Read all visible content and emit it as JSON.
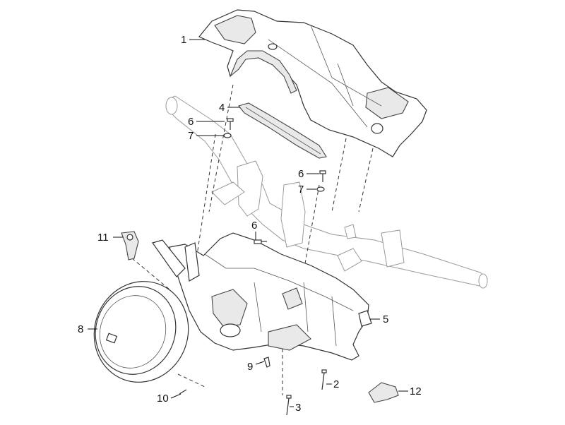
{
  "diagram": {
    "callouts": [
      {
        "id": "c1",
        "label": "1"
      },
      {
        "id": "c2",
        "label": "2"
      },
      {
        "id": "c3",
        "label": "3"
      },
      {
        "id": "c4",
        "label": "4"
      },
      {
        "id": "c5",
        "label": "5"
      },
      {
        "id": "c6a",
        "label": "6"
      },
      {
        "id": "c6b",
        "label": "6"
      },
      {
        "id": "c6c",
        "label": "6"
      },
      {
        "id": "c7a",
        "label": "7"
      },
      {
        "id": "c7b",
        "label": "7"
      },
      {
        "id": "c8",
        "label": "8"
      },
      {
        "id": "c9",
        "label": "9"
      },
      {
        "id": "c10",
        "label": "10"
      },
      {
        "id": "c11",
        "label": "11"
      },
      {
        "id": "c12",
        "label": "12"
      }
    ]
  }
}
